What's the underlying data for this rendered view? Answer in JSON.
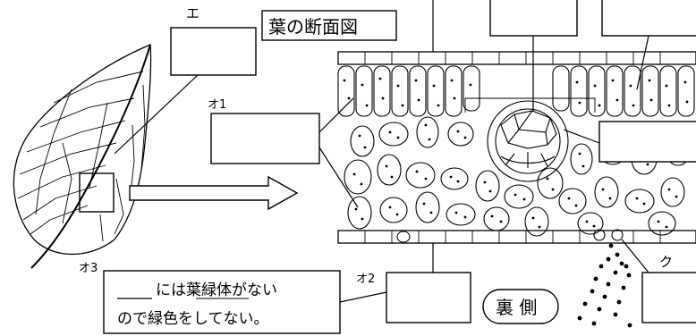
{
  "title": "葉の断面図",
  "labels": {
    "e": "エ",
    "o1": "オ1",
    "o2": "オ2",
    "o3": "オ3",
    "ku": "ク",
    "underside": "裏 側"
  },
  "note": {
    "line1": "には葉緑体がない",
    "line2": "ので緑色をしてない。"
  },
  "colors": {
    "ink": "#000000",
    "paper": "#ffffff"
  }
}
